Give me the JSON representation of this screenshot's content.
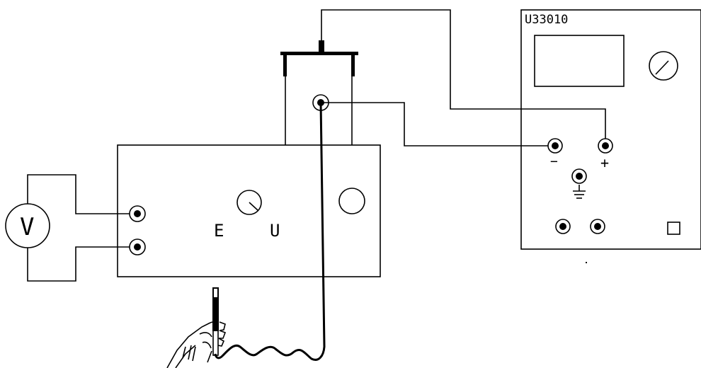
{
  "instrument": {
    "model_label": "U33010"
  },
  "voltmeter": {
    "symbol": "V"
  },
  "generator": {
    "label_e": "E",
    "label_u": "U"
  },
  "power_supply": {
    "minus": "−",
    "plus": "+",
    "ground": "⏚"
  },
  "icons": [
    "voltmeter-icon",
    "socket-icon",
    "dial-icon",
    "knob-icon",
    "probe-icon",
    "hand-icon",
    "ground-symbol-icon"
  ],
  "colors": {
    "line": "#000000",
    "background": "#ffffff"
  }
}
